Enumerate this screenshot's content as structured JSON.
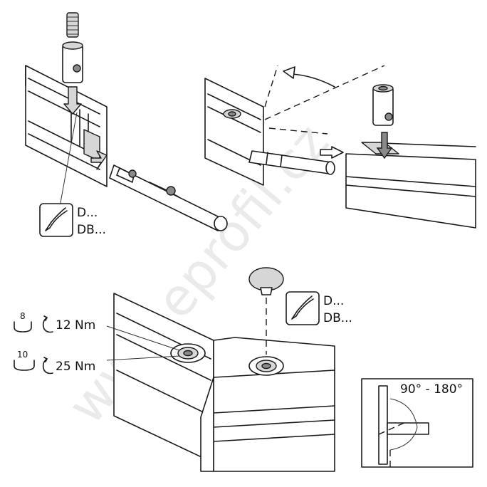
{
  "panels": {
    "top_left": {
      "drill_code_line1": "D...",
      "drill_code_line2": "DB..."
    },
    "top_right": {},
    "bottom": {
      "drill_code_line1": "D...",
      "drill_code_line2": "DB...",
      "torque_rows": [
        {
          "wrench_size": "8",
          "torque": "12 Nm"
        },
        {
          "wrench_size": "10",
          "torque": "25 Nm"
        }
      ],
      "angle_range": "90° - 180°"
    }
  },
  "watermark": "www.eprofil.cz",
  "icons": [
    "drill-bit-icon",
    "hex-wrench-icon",
    "tighten-rotation-icon",
    "angle-range-icon"
  ],
  "colors": {
    "line": "#1a1a1a",
    "shade": "#d6d6d6",
    "watermark": "#d9d9d9"
  }
}
